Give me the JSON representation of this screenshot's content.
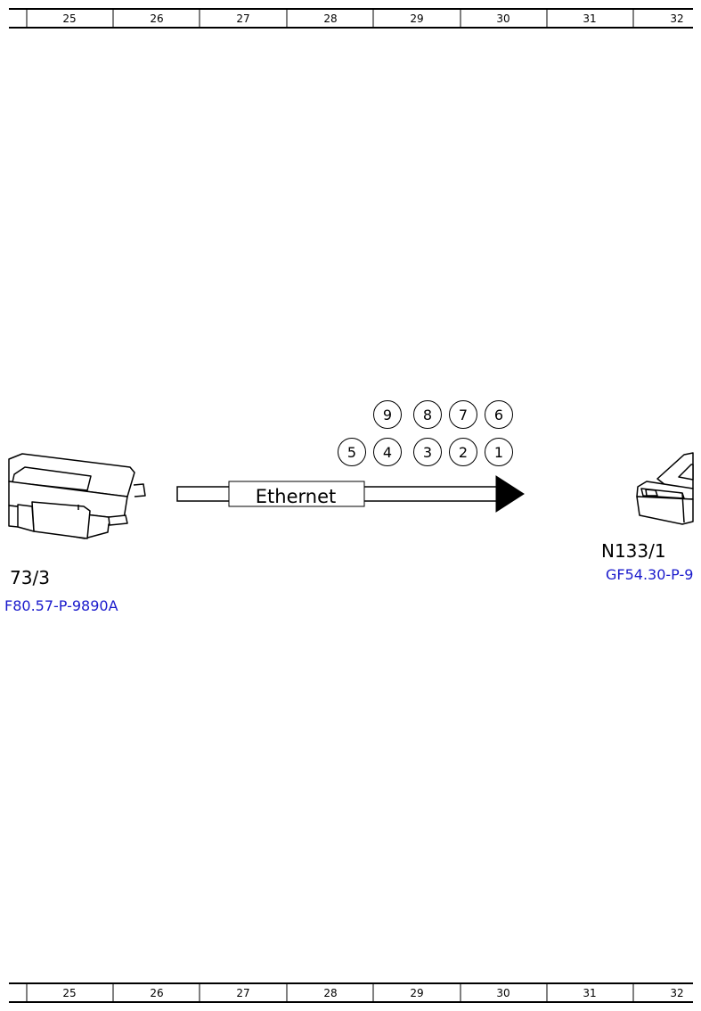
{
  "ruler": {
    "columns": [
      "25",
      "26",
      "27",
      "28",
      "29",
      "30",
      "31",
      "32"
    ]
  },
  "cable": {
    "label": "Ethernet"
  },
  "steps": {
    "top_row": [
      "9",
      "8",
      "7",
      "6"
    ],
    "bottom_row": [
      "5",
      "4",
      "3",
      "2",
      "1"
    ]
  },
  "left_component": {
    "designation": "73/3",
    "document_link": "F80.57-P-9890A"
  },
  "right_component": {
    "designation": "N133/1",
    "document_link": "GF54.30-P-9"
  },
  "icons": {
    "left": "control-unit-icon",
    "right": "control-unit-icon"
  },
  "colors": {
    "link": "#1a1acc",
    "line": "#000000"
  }
}
